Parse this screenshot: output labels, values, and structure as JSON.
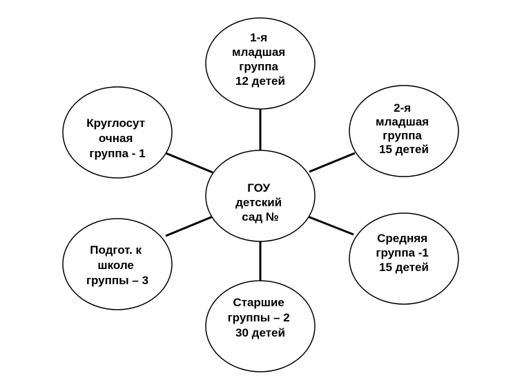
{
  "diagram": {
    "line_color": "#000000",
    "fill_color": "#ffffff",
    "center": {
      "lines": [
        "ГОУ",
        "детский",
        "сад №"
      ]
    },
    "nodes": [
      {
        "id": "junior-1",
        "lines": [
          "1-я",
          "младшая",
          "группа",
          "12 детей"
        ]
      },
      {
        "id": "junior-2",
        "lines": [
          "2-я",
          "младшая",
          "группа",
          "15 детей"
        ]
      },
      {
        "id": "middle",
        "lines": [
          "Средняя",
          "группа -1",
          "15 детей"
        ]
      },
      {
        "id": "senior",
        "lines": [
          "Старшие",
          "группы – 2",
          "30 детей"
        ]
      },
      {
        "id": "prep",
        "lines": [
          "Подгот. к",
          "школе",
          "группы – 3"
        ]
      },
      {
        "id": "round-the-clock",
        "lines": [
          "Круглосут",
          "очная",
          "группа - 1"
        ]
      }
    ]
  }
}
